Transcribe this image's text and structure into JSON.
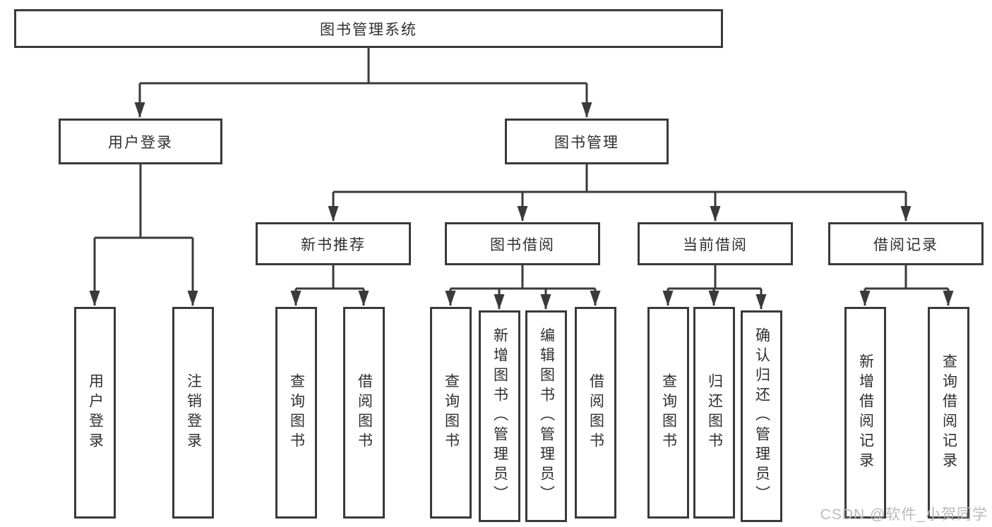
{
  "tree": {
    "root": {
      "label": "图书管理系统",
      "children": [
        {
          "label": "用户登录",
          "children": [
            {
              "label": "用户登录"
            },
            {
              "label": "注销登录"
            }
          ]
        },
        {
          "label": "图书管理",
          "children": [
            {
              "label": "新书推荐",
              "children": [
                {
                  "label": "查询图书"
                },
                {
                  "label": "借阅图书"
                }
              ]
            },
            {
              "label": "图书借阅",
              "children": [
                {
                  "label": "查询图书"
                },
                {
                  "label": "新增图书（管理员）"
                },
                {
                  "label": "编辑图书（管理员）"
                },
                {
                  "label": "借阅图书"
                }
              ]
            },
            {
              "label": "当前借阅",
              "children": [
                {
                  "label": "查询图书"
                },
                {
                  "label": "归还图书"
                },
                {
                  "label": "确认归还（管理员）"
                }
              ]
            },
            {
              "label": "借阅记录",
              "children": [
                {
                  "label": "新增借阅记录"
                },
                {
                  "label": "查询借阅记录"
                }
              ]
            }
          ]
        }
      ]
    }
  },
  "watermark": {
    "text": "CSDN @软件_小贺同学"
  },
  "colors": {
    "line": "#3a3a3a",
    "box_border": "#3a3a3a",
    "text": "#2f2f2f",
    "watermark": "#b6bac0",
    "background": "#ffffff"
  }
}
